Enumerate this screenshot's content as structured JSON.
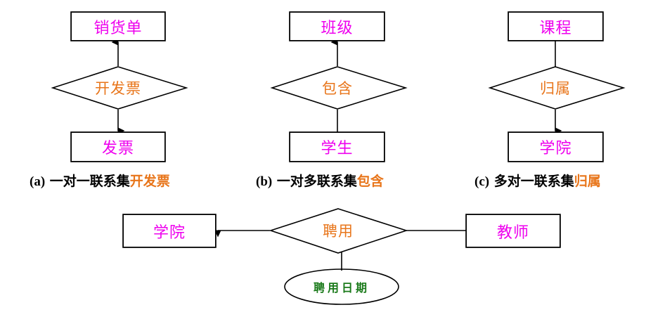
{
  "diagram": {
    "title": "ER diagram relationship cardinality examples",
    "colors": {
      "entity_text": "#ee00ee",
      "relationship_text": "#e8751a",
      "attribute_text": "#1a7a1a",
      "line": "#000000",
      "background": "#ffffff"
    },
    "figures": [
      {
        "id": "a",
        "caption_prefix": "(a)",
        "caption_text": "一对一联系集",
        "caption_highlight": "开发票",
        "entities": [
          {
            "label": "销货单",
            "position": "top"
          },
          {
            "label": "发票",
            "position": "bottom"
          }
        ],
        "relationship": {
          "label": "开发票",
          "shape": "diamond"
        },
        "cardinality": "one-to-one",
        "edges": [
          {
            "from": "开发票",
            "to": "销货单",
            "arrow": true,
            "direction": "up"
          },
          {
            "from": "开发票",
            "to": "发票",
            "arrow": true,
            "direction": "down"
          }
        ]
      },
      {
        "id": "b",
        "caption_prefix": "(b)",
        "caption_text": "一对多联系集",
        "caption_highlight": "包含",
        "entities": [
          {
            "label": "班级",
            "position": "top"
          },
          {
            "label": "学生",
            "position": "bottom"
          }
        ],
        "relationship": {
          "label": "包含",
          "shape": "diamond"
        },
        "cardinality": "one-to-many",
        "edges": [
          {
            "from": "包含",
            "to": "班级",
            "arrow": true,
            "direction": "up"
          },
          {
            "from": "包含",
            "to": "学生",
            "arrow": false,
            "direction": "down"
          }
        ]
      },
      {
        "id": "c",
        "caption_prefix": "(c)",
        "caption_text": "多对一联系集",
        "caption_highlight": "归属",
        "entities": [
          {
            "label": "课程",
            "position": "top"
          },
          {
            "label": "学院",
            "position": "bottom"
          }
        ],
        "relationship": {
          "label": "归属",
          "shape": "diamond"
        },
        "cardinality": "many-to-one",
        "edges": [
          {
            "from": "课程",
            "to": "归属",
            "arrow": false,
            "direction": "down"
          },
          {
            "from": "归属",
            "to": "学院",
            "arrow": true,
            "direction": "down"
          }
        ]
      },
      {
        "id": "d",
        "caption_prefix": "",
        "caption_text": "",
        "caption_highlight": "",
        "entities": [
          {
            "label": "学院",
            "position": "left"
          },
          {
            "label": "教师",
            "position": "right"
          }
        ],
        "relationship": {
          "label": "聘用",
          "shape": "diamond"
        },
        "attribute": {
          "label": "聘用日期",
          "shape": "ellipse"
        },
        "cardinality": "many-to-one",
        "edges": [
          {
            "from": "聘用",
            "to": "学院",
            "arrow": true,
            "direction": "left"
          },
          {
            "from": "教师",
            "to": "聘用",
            "arrow": false,
            "direction": "left"
          },
          {
            "from": "聘用",
            "to": "聘用日期",
            "arrow": false,
            "direction": "down"
          }
        ]
      }
    ]
  }
}
